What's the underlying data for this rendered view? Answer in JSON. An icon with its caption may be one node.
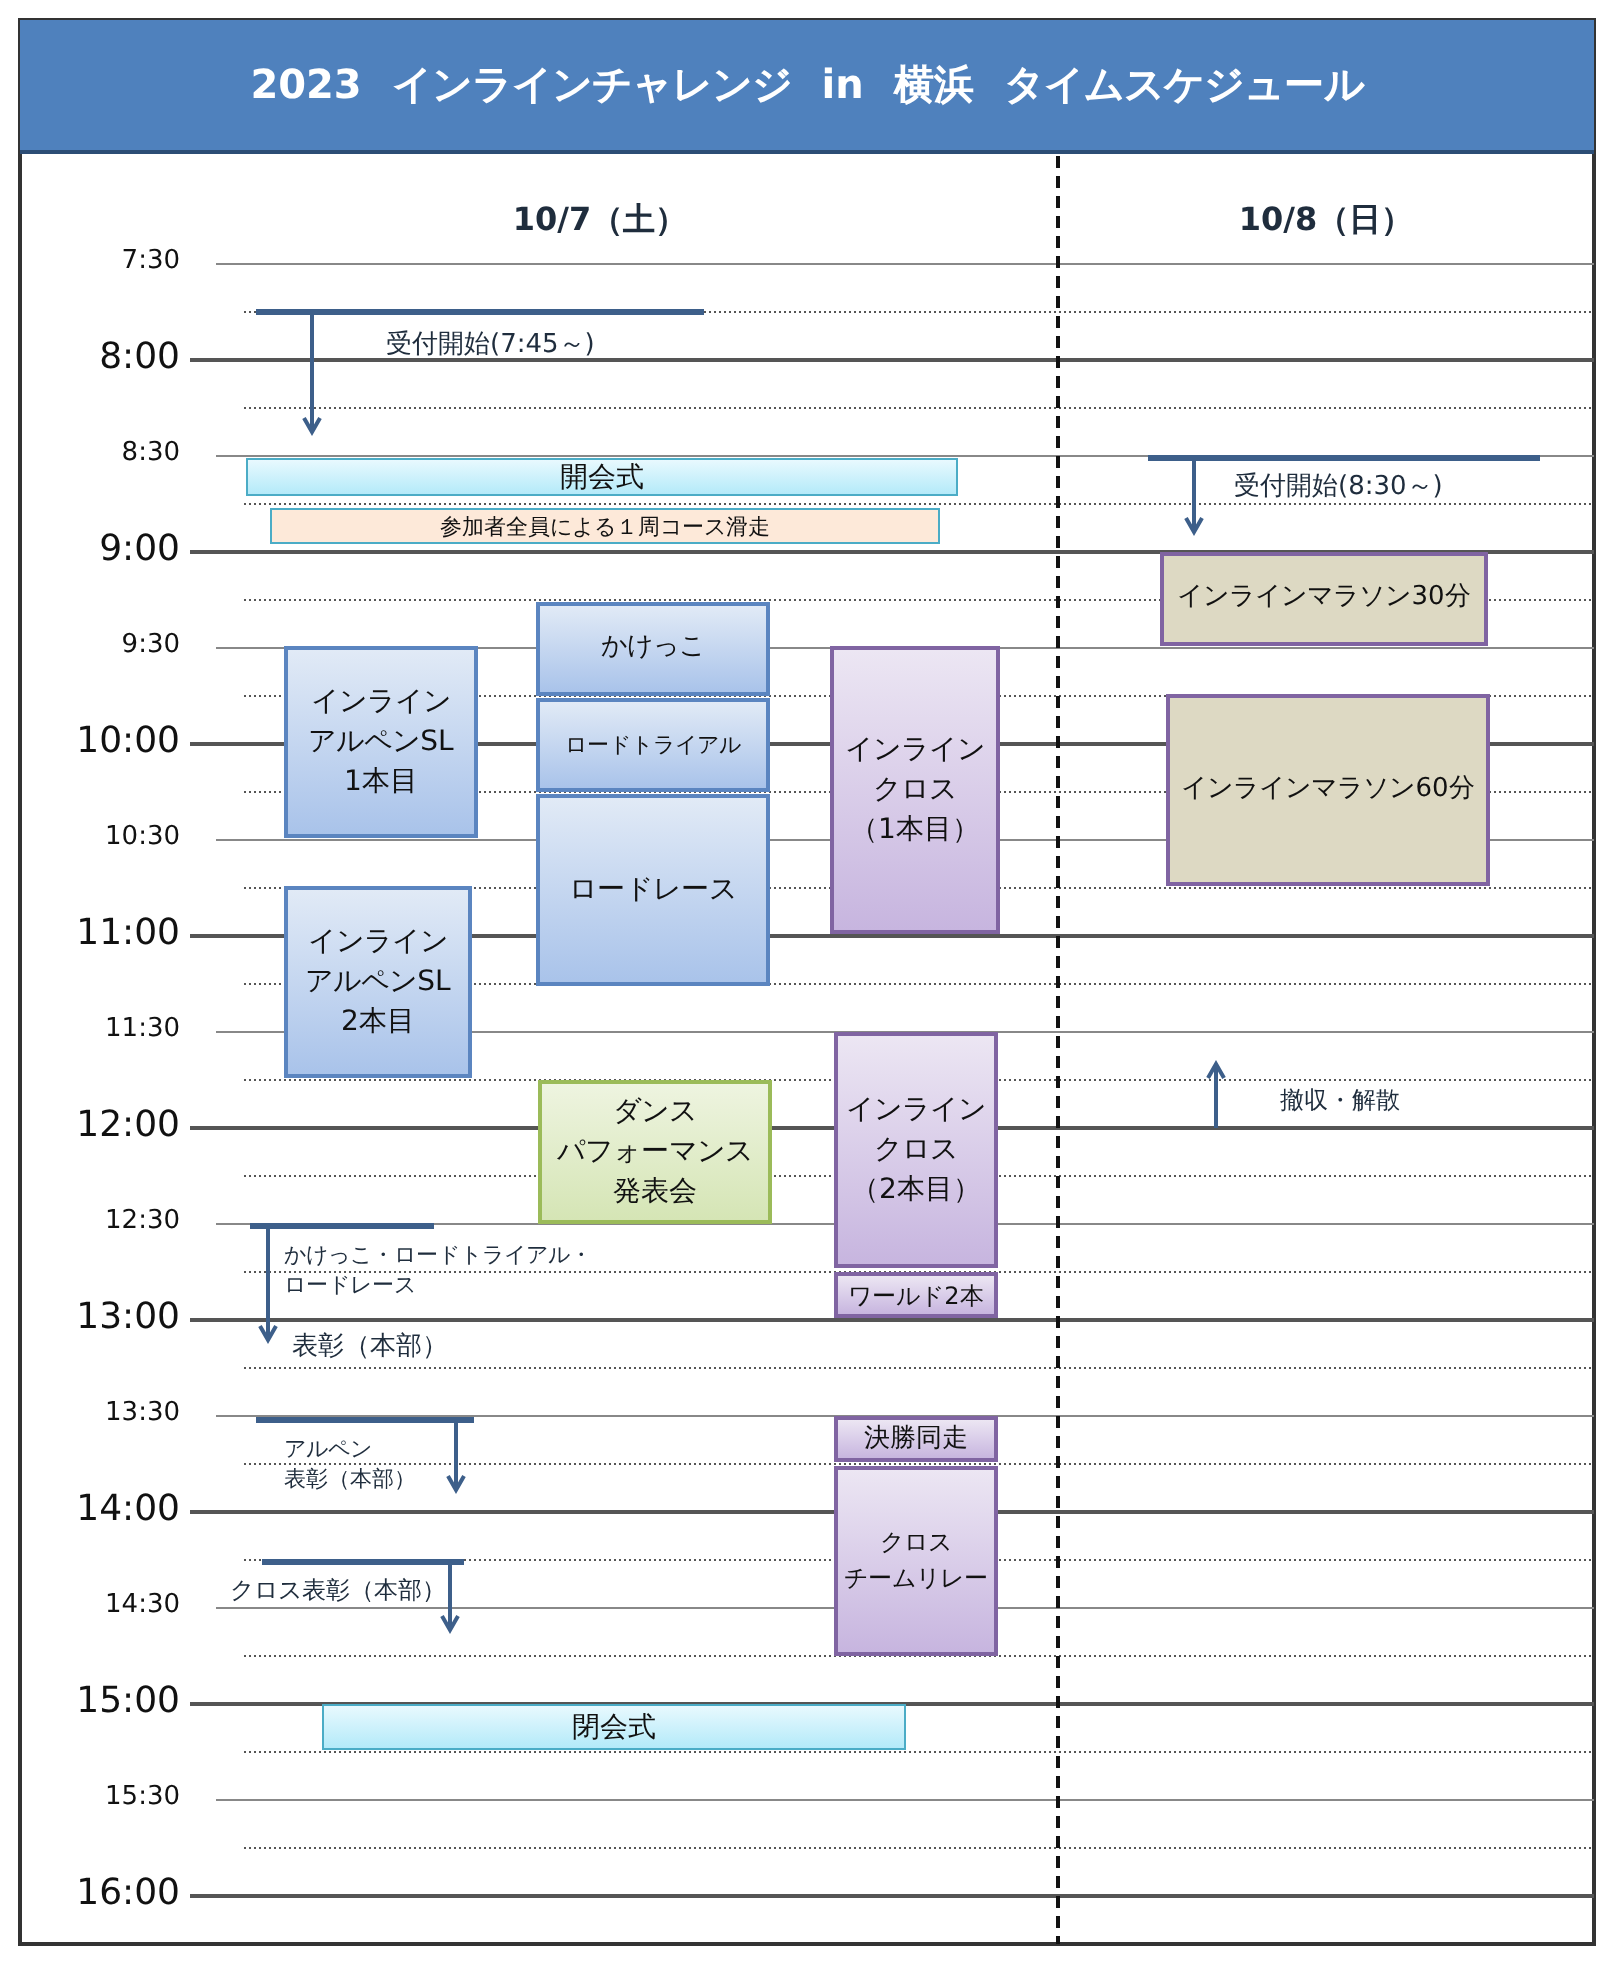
{
  "diagram": {
    "title": "2023 インラインチャレンジ in 横浜 タイムスケジュール",
    "nodes": [
      {
        "text": [
          "開会式"
        ]
      },
      {
        "text": [
          "参加者全員による１周コース滑走"
        ]
      },
      {
        "text": [
          "インラインマラソン30分"
        ]
      },
      {
        "text": [
          "かけっこ"
        ]
      },
      {
        "text": [
          "インラインアルペンSL1本目"
        ]
      },
      {
        "text": [
          "ロードトライアル"
        ]
      },
      {
        "text": [
          "インラインクロス（1本目）"
        ]
      },
      {
        "text": [
          "インラインマラソン60分"
        ]
      },
      {
        "text": [
          "ロードレース"
        ]
      },
      {
        "text": [
          "インラインアルペンSL2本目"
        ]
      },
      {
        "text": [
          "インラインクロス（2本目）"
        ]
      },
      {
        "text": [
          "ダンスパフォーマンス発表会"
        ]
      },
      {
        "text": [
          "ワールド2本"
        ]
      },
      {
        "text": [
          "決勝同走"
        ]
      },
      {
        "text": [
          "クロスチームリレー"
        ]
      },
      {
        "text": [
          "閉会式"
        ]
      }
    ],
    "labels": [
      "10/7（土）",
      "10/8（日）",
      "7:30",
      "8:00",
      "8:30",
      "9:00",
      "9:30",
      "10:00",
      "10:30",
      "11:00",
      "11:30",
      "12:00",
      "12:30",
      "13:00",
      "13:30",
      "14:00",
      "14:30",
      "15:00",
      "15:30",
      "16:00",
      "受付開始(7:45～)",
      "受付開始(8:30～)",
      "撤収・解散",
      "かけっこ・ロードトライアル・ロードレース",
      "表彰（本部）",
      "アルペン表彰（本部）",
      "クロス表彰（本部）"
    ]
  }
}
